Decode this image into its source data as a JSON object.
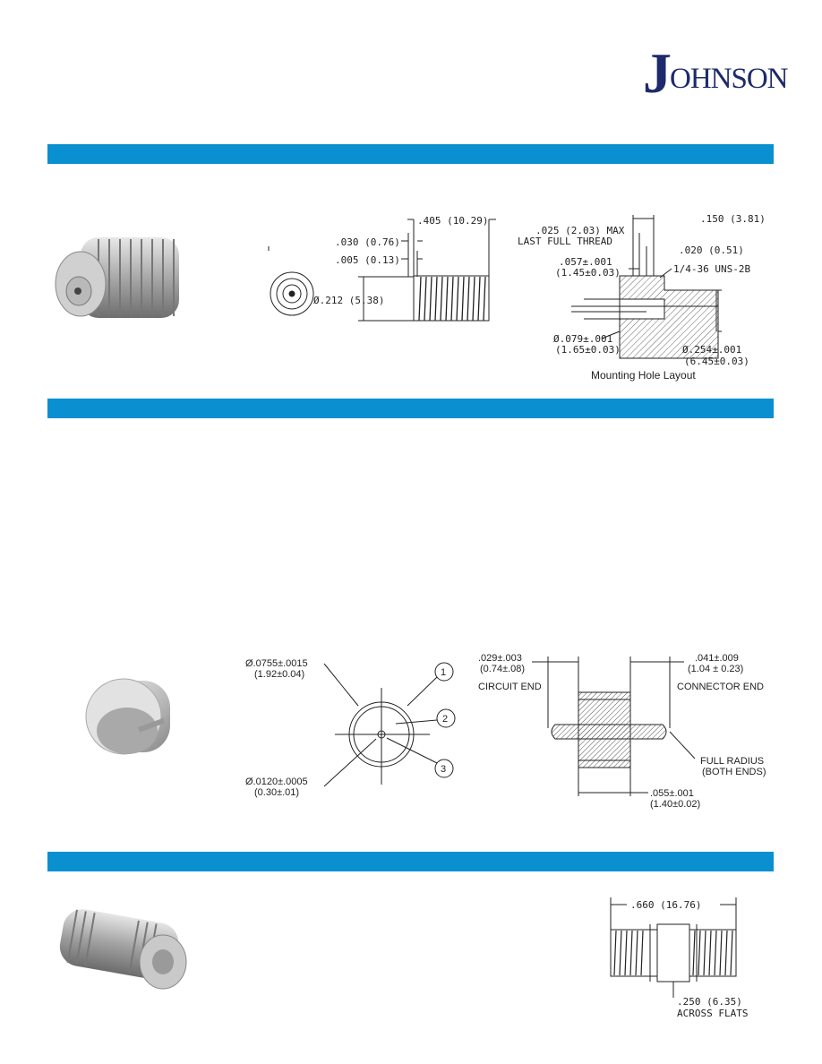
{
  "brand": {
    "logo_text": "JOHNSON",
    "color": "#1d2a6b"
  },
  "accent_color": "#0a8fd0",
  "section1": {
    "photo_icon": "threaded-jack-connector",
    "dims": {
      "overall_length": ".405 (10.29)",
      "shoulder1": ".030 (0.76)",
      "shoulder2": ".005 (0.13)",
      "diameter": "Ø.212 (5.38)"
    },
    "mount": {
      "max_thread": ".025 (2.03) MAX",
      "last_thread": "LAST FULL THREAD",
      "depth": ".150 (3.81)",
      "lip": ".020 (0.51)",
      "bore1": ".057±.001",
      "bore1_mm": "(1.45±0.03)",
      "thread_spec": "1/4-36 UNS-2B",
      "bore2": "Ø.079±.001",
      "bore2_mm": "(1.65±0.03)",
      "outer": "Ø.254±.001",
      "outer_mm": "(6.45±0.03)",
      "caption": "Mounting Hole Layout"
    }
  },
  "section2": {
    "photo_icon": "pin-contact-bushing",
    "front": {
      "outer_dia": "Ø.0755±.0015",
      "outer_dia_mm": "(1.92±0.04)",
      "pin_dia": "Ø.0120±.0005",
      "pin_dia_mm": "(0.30±.01)",
      "callouts": [
        "1",
        "2",
        "3"
      ]
    },
    "side": {
      "circuit_dim": ".029±.003",
      "circuit_dim_mm": "(0.74±.08)",
      "circuit_label": "CIRCUIT END",
      "connector_dim": ".041±.009",
      "connector_dim_mm": "(1.04 ± 0.23)",
      "connector_label": "CONNECTOR END",
      "radius": "FULL RADIUS",
      "radius_note": "(BOTH ENDS)",
      "body_len": ".055±.001",
      "body_len_mm": "(1.40±0.02)"
    }
  },
  "section3": {
    "photo_icon": "threaded-adapter",
    "length": ".660 (16.76)",
    "flats": ".250 (6.35)",
    "flats_note": "ACROSS FLATS"
  }
}
